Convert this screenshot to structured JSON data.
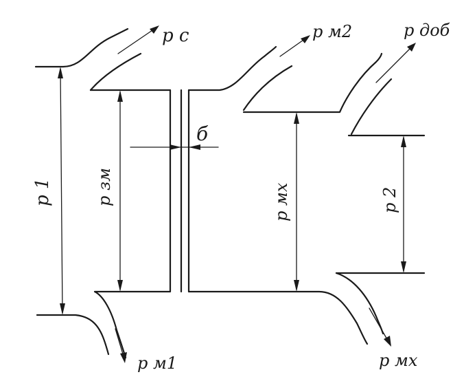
{
  "labels": {
    "p_c": "p c",
    "p_m2": "p м2",
    "p_dob": "p доб",
    "p_1": "p 1",
    "p_zm": "p зм",
    "b": "б",
    "p_mx_side": "p мх",
    "p_2": "p 2",
    "p_m1": "p м1",
    "p_mx_bottom": "p мх"
  },
  "colors": {
    "ink": "#1a1a1a",
    "background": "#ffffff"
  }
}
